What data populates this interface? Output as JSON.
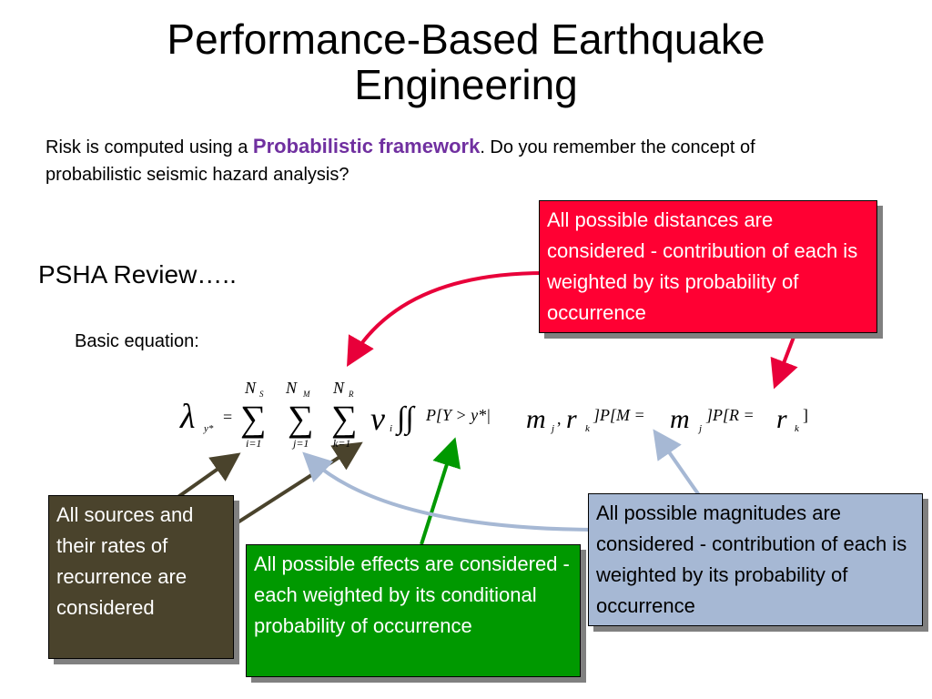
{
  "slide": {
    "title_line1": "Performance-Based Earthquake",
    "title_line2": "Engineering",
    "intro_before": "Risk is computed using a ",
    "intro_highlight": "Probabilistic framework",
    "intro_after": ". Do you remember the concept of probabilistic seismic hazard analysis?",
    "psha_review": "PSHA Review…..",
    "basic_equation": "Basic equation:"
  },
  "equation": {
    "lambda": "λ",
    "lambda_sub": "y*",
    "equals": "=",
    "sum1_upper": "N",
    "sum1_upper_sub": "S",
    "sum1_lower": "i=1",
    "sum2_upper": "N",
    "sum2_upper_sub": "M",
    "sum2_lower": "j=1",
    "sum3_upper": "N",
    "sum3_upper_sub": "R",
    "sum3_lower": "k=1",
    "sigma": "∑",
    "nu": "ν",
    "nu_sub": "i",
    "integrals": "∫∫",
    "term1": "P[Y > y*|",
    "m": "m",
    "m_sub": "j",
    "comma": ",",
    "r": "r",
    "r_sub": "k",
    "term2": "]P[M =",
    "term3": "]P[R =",
    "close": "]"
  },
  "callouts": {
    "distances": "All possible distances are considered - contribution of each is weighted by its probability of occurrence",
    "sources": "All sources and their rates of recurrence are considered",
    "effects": "All possible effects are considered - each weighted by its conditional probability of occurrence",
    "magnitudes": "All possible magnitudes are considered - contribution of each is weighted by its probability of occurrence"
  },
  "colors": {
    "highlight": "#7030a0",
    "distances_box": "#ff0033",
    "sources_box": "#4a432c",
    "effects_box": "#009900",
    "magnitudes_box": "#a6b8d4",
    "red_arrow": "#e8003a",
    "olive_arrow": "#4a432c",
    "green_arrow": "#009900",
    "blue_arrow": "#a6b8d4"
  }
}
